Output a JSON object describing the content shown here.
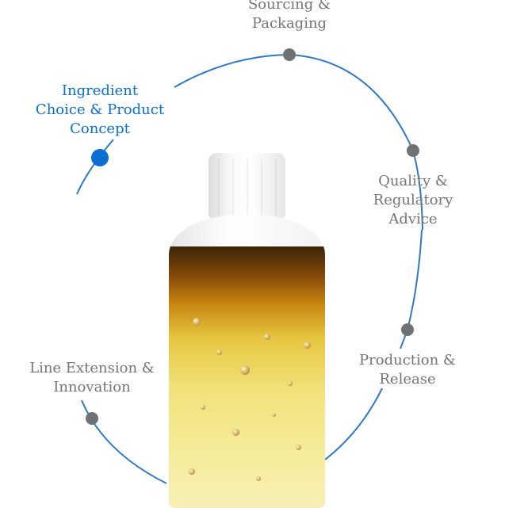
{
  "steps": [
    {
      "label_lines": [
        "Sourcing &",
        "Packaging"
      ],
      "state": "inactive"
    },
    {
      "label_lines": [
        "Quality &",
        "Regulatory",
        "Advice"
      ],
      "state": "inactive"
    },
    {
      "label_lines": [
        "Production &",
        "Release"
      ],
      "state": "inactive"
    },
    {
      "label_lines": [
        "Line Extension &",
        "Innovation"
      ],
      "state": "inactive"
    },
    {
      "label_lines": [
        "Ingredient",
        "Choice & Product",
        "Concept"
      ],
      "state": "active"
    }
  ],
  "colors": {
    "line": "#2e78c8",
    "active": "#0a6fd0",
    "inactive_dot": "#6f7275",
    "label": "#757575"
  },
  "product_image": "liquid-supplement-bottle"
}
